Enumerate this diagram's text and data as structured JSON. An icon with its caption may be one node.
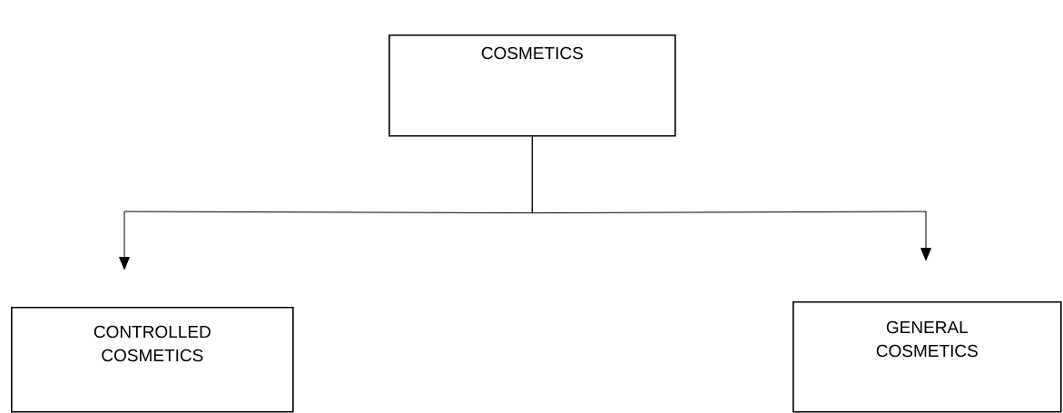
{
  "diagram": {
    "nodes": [
      {
        "text": [
          "COSMETICS"
        ]
      },
      {
        "text": [
          "CONTROLLED COSMETICS"
        ]
      },
      {
        "text": [
          "GENERAL COSMETICS"
        ]
      }
    ],
    "edges": [
      {
        "from": 0,
        "to": 1,
        "arrow": "to"
      },
      {
        "from": 0,
        "to": 2,
        "arrow": "to"
      }
    ]
  }
}
